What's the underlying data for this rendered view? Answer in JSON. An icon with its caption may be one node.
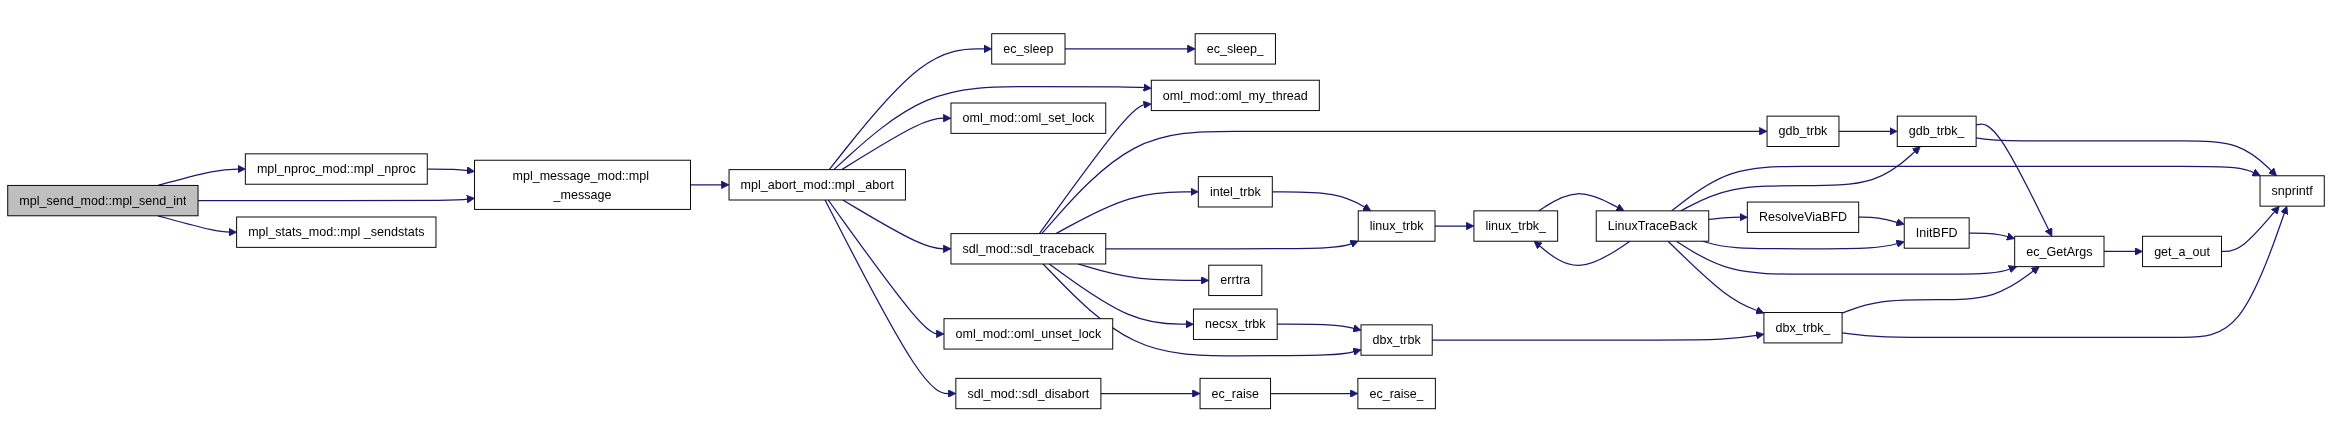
{
  "diagram": {
    "nodes": [
      {
        "text": [
          "mpl_send_mod::mpl_send_int"
        ]
      },
      {
        "text": [
          "mpl_nproc_mod::mpl _nproc"
        ]
      },
      {
        "text": [
          "mpl_message_mod::mpl _message"
        ]
      },
      {
        "text": [
          "mpl_stats_mod::mpl _sendstats"
        ]
      },
      {
        "text": [
          "mpl_abort_mod::mpl _abort"
        ]
      },
      {
        "text": [
          "ec_sleep"
        ]
      },
      {
        "text": [
          "oml_mod::oml_my_thread"
        ]
      },
      {
        "text": [
          "oml_mod::oml_set_lock"
        ]
      },
      {
        "text": [
          "sdl_mod::sdl_traceback"
        ]
      },
      {
        "text": [
          "oml_mod::oml_unset_lock"
        ]
      },
      {
        "text": [
          "sdl_mod::sdl_disabort"
        ]
      },
      {
        "text": [
          "ec_sleep_"
        ]
      },
      {
        "text": [
          "gdb_trbk"
        ]
      },
      {
        "text": [
          "intel_trbk"
        ]
      },
      {
        "text": [
          "errtra"
        ]
      },
      {
        "text": [
          "necsx_trbk"
        ]
      },
      {
        "text": [
          "ec_raise"
        ]
      },
      {
        "text": [
          "linux_trbk"
        ]
      },
      {
        "text": [
          "dbx_trbk"
        ]
      },
      {
        "text": [
          "ec_raise_"
        ]
      },
      {
        "text": [
          "linux_trbk_"
        ]
      },
      {
        "text": [
          "LinuxTraceBack"
        ]
      },
      {
        "text": [
          "gdb_trbk_"
        ]
      },
      {
        "text": [
          "ResolveViaBFD"
        ]
      },
      {
        "text": [
          "dbx_trbk_"
        ]
      },
      {
        "text": [
          "InitBFD"
        ]
      },
      {
        "text": [
          "ec_GetArgs"
        ]
      },
      {
        "text": [
          "get_a_out"
        ]
      },
      {
        "text": [
          "snprintf"
        ]
      }
    ],
    "edges": [
      {
        "from": 0,
        "to": 1,
        "arrow": "to"
      },
      {
        "from": 0,
        "to": 2,
        "arrow": "to"
      },
      {
        "from": 0,
        "to": 3,
        "arrow": "to"
      },
      {
        "from": 1,
        "to": 2,
        "arrow": "to"
      },
      {
        "from": 2,
        "to": 4,
        "arrow": "to"
      },
      {
        "from": 4,
        "to": 5,
        "arrow": "to"
      },
      {
        "from": 4,
        "to": 6,
        "arrow": "to"
      },
      {
        "from": 4,
        "to": 7,
        "arrow": "to"
      },
      {
        "from": 4,
        "to": 8,
        "arrow": "to"
      },
      {
        "from": 4,
        "to": 9,
        "arrow": "to"
      },
      {
        "from": 4,
        "to": 10,
        "arrow": "to"
      },
      {
        "from": 5,
        "to": 11,
        "arrow": "to"
      },
      {
        "from": 8,
        "to": 6,
        "arrow": "to"
      },
      {
        "from": 8,
        "to": 12,
        "arrow": "to"
      },
      {
        "from": 8,
        "to": 13,
        "arrow": "to"
      },
      {
        "from": 8,
        "to": 17,
        "arrow": "to"
      },
      {
        "from": 8,
        "to": 14,
        "arrow": "to"
      },
      {
        "from": 8,
        "to": 15,
        "arrow": "to"
      },
      {
        "from": 8,
        "to": 18,
        "arrow": "to"
      },
      {
        "from": 10,
        "to": 16,
        "arrow": "to"
      },
      {
        "from": 16,
        "to": 19,
        "arrow": "to"
      },
      {
        "from": 13,
        "to": 17,
        "arrow": "to"
      },
      {
        "from": 15,
        "to": 18,
        "arrow": "to"
      },
      {
        "from": 12,
        "to": 22,
        "arrow": "to"
      },
      {
        "from": 17,
        "to": 20,
        "arrow": "to"
      },
      {
        "from": 20,
        "to": 21,
        "arrow": "to"
      },
      {
        "from": 21,
        "to": 20,
        "arrow": "to"
      },
      {
        "from": 18,
        "to": 24,
        "arrow": "to"
      },
      {
        "from": 21,
        "to": 28,
        "arrow": "to"
      },
      {
        "from": 21,
        "to": 22,
        "arrow": "to"
      },
      {
        "from": 21,
        "to": 23,
        "arrow": "to"
      },
      {
        "from": 21,
        "to": 25,
        "arrow": "to"
      },
      {
        "from": 21,
        "to": 26,
        "arrow": "to"
      },
      {
        "from": 21,
        "to": 24,
        "arrow": "to"
      },
      {
        "from": 22,
        "to": 26,
        "arrow": "to"
      },
      {
        "from": 22,
        "to": 28,
        "arrow": "to"
      },
      {
        "from": 23,
        "to": 25,
        "arrow": "to"
      },
      {
        "from": 25,
        "to": 26,
        "arrow": "to"
      },
      {
        "from": 26,
        "to": 27,
        "arrow": "to"
      },
      {
        "from": 27,
        "to": 28,
        "arrow": "to"
      },
      {
        "from": 24,
        "to": 26,
        "arrow": "to"
      },
      {
        "from": 24,
        "to": 28,
        "arrow": "to"
      }
    ]
  }
}
